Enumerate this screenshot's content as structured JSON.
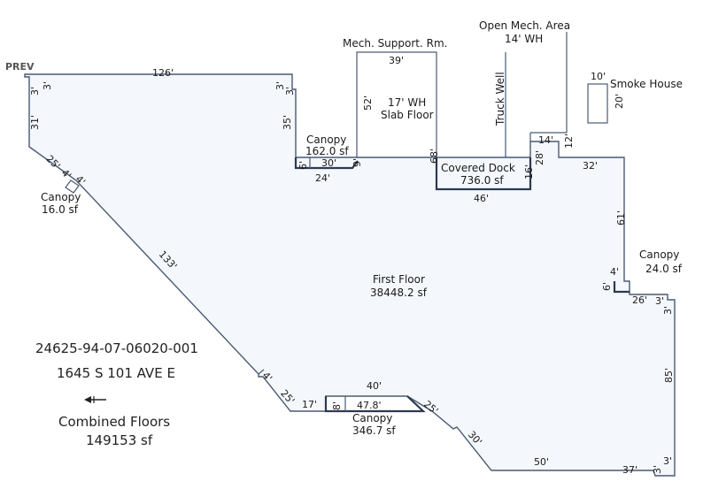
{
  "labels": {
    "prev": "PREV",
    "open_mech_area": "Open Mech. Area",
    "open_mech_wh": "14' WH",
    "mech_support": "Mech. Support. Rm.",
    "smoke_house": "Smoke House",
    "wh17": "17' WH",
    "slab_floor": "Slab Floor",
    "truck_well": "Truck Well",
    "canopy": "Canopy",
    "canopy_top_sf": "162.0 sf",
    "canopy_left_sf": "16.0 sf",
    "canopy_right_sf": "24.0 sf",
    "canopy_bottom_sf": "346.7 sf",
    "covered_dock": "Covered Dock",
    "covered_dock_sf": "736.0 sf",
    "first_floor": "First Floor",
    "first_floor_sf": "38448.2 sf"
  },
  "info": {
    "parcel": "24625-94-07-06020-001",
    "address": "1645 S 101 AVE E",
    "combined_floors": "Combined Floors",
    "combined_sf": "149153 sf"
  },
  "dimensions": {
    "top_126": "126'",
    "d3_a": "3'",
    "d3_b": "3'",
    "d3_c": "3'",
    "d3_d": "3'",
    "d31": "31'",
    "d35": "35'",
    "d39": "39'",
    "d52": "52'",
    "d68": "68'",
    "d10": "10'",
    "d20": "20'",
    "d6_top": "6'",
    "d30_top": "30'",
    "d9": "9'",
    "d24": "24'",
    "d25_top": "25'",
    "d4_top_a": "4'",
    "d4_top_b": "4'",
    "d133": "133'",
    "d46": "46'",
    "d16": "16'",
    "d28": "28'",
    "d14": "14'",
    "d12": "12'",
    "d32": "32'",
    "d61": "61'",
    "d4_right": "4'",
    "d6_right": "6'",
    "d26": "26'",
    "d3_right_a": "3'",
    "d85": "85'",
    "d37": "37'",
    "d3_right_b": "3'",
    "d3_right_c": "3'",
    "d50": "50'",
    "d30_bottom": "30'",
    "d25_bottom_r": "25'",
    "d40": "40'",
    "d47_8": "47.8'",
    "d8": "8'",
    "d17": "17'",
    "d25_bottom_l": "25'",
    "d4_bottom": "4'"
  }
}
